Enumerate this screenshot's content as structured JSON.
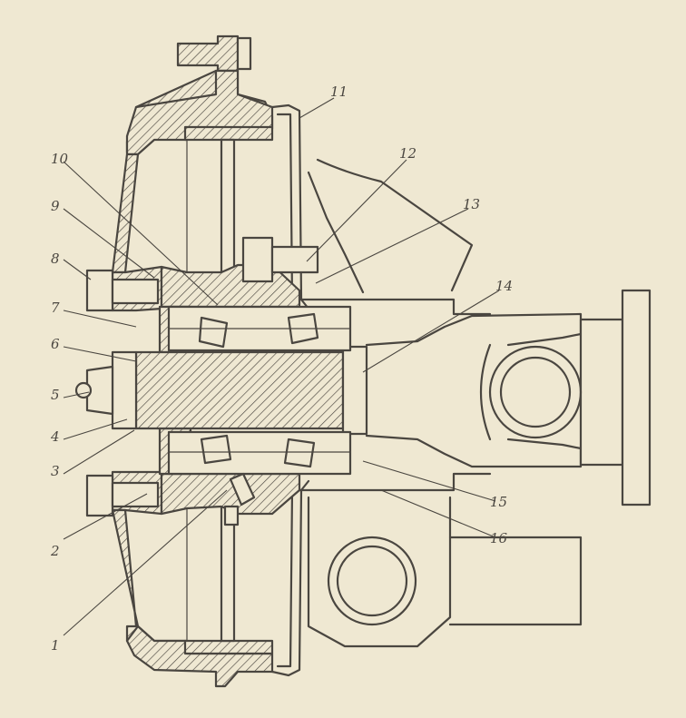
{
  "callouts": [
    {
      "id": "1",
      "text": "1"
    },
    {
      "id": "2",
      "text": "2"
    },
    {
      "id": "3",
      "text": "3"
    },
    {
      "id": "4",
      "text": "4"
    },
    {
      "id": "5",
      "text": "5"
    },
    {
      "id": "6",
      "text": "6"
    },
    {
      "id": "7",
      "text": "7"
    },
    {
      "id": "8",
      "text": "8"
    },
    {
      "id": "9",
      "text": "9"
    },
    {
      "id": "10",
      "text": "10"
    },
    {
      "id": "11",
      "text": "11"
    },
    {
      "id": "12",
      "text": "12"
    },
    {
      "id": "13",
      "text": "13"
    },
    {
      "id": "14",
      "text": "14"
    },
    {
      "id": "15",
      "text": "15"
    },
    {
      "id": "16",
      "text": "16"
    }
  ],
  "colors": {
    "background": "#efe8d2",
    "ink": "#4a4640"
  }
}
